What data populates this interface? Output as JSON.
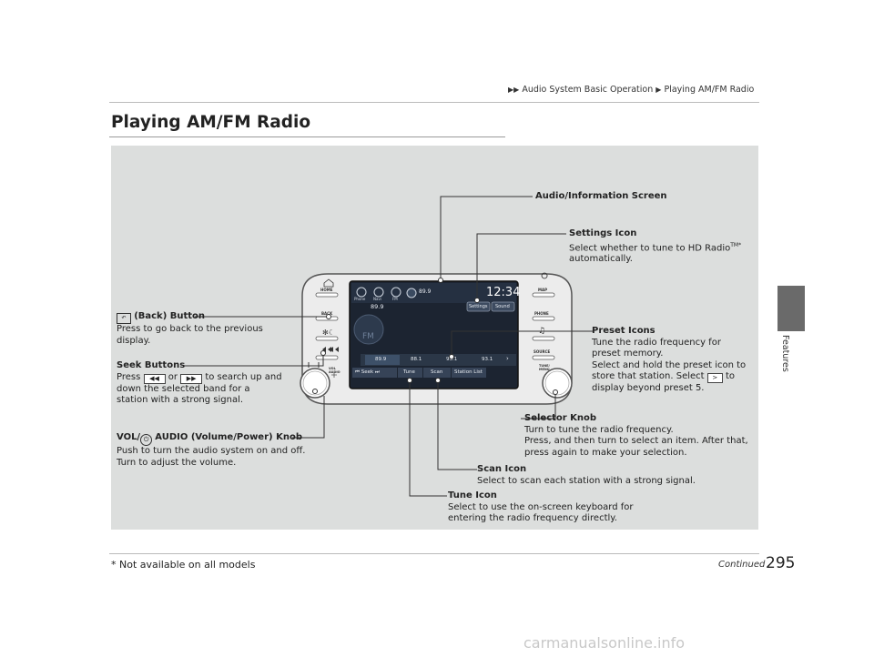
{
  "breadcrumb": {
    "item1": "Audio System Basic Operation",
    "item2": "Playing AM/FM Radio"
  },
  "section_tab": "Features",
  "page_title": "Playing AM/FM Radio",
  "callouts": {
    "audio_screen": "Audio/Information Screen",
    "settings_title": "Settings Icon",
    "settings_l1": "Select whether to tune to HD Radio",
    "settings_sup": "TM*",
    "settings_l2": "automatically.",
    "back_title": "(Back) Button",
    "back_l1": "Press to go back to the previous",
    "back_l2": "display.",
    "seek_title": "Seek Buttons",
    "seek_pre": "Press",
    "seek_or": "or",
    "seek_post": "to search up and",
    "seek_l2": "down the selected band for a",
    "seek_l3": "station with a strong signal.",
    "preset_title": "Preset Icons",
    "preset_l1": "Tune the radio frequency for",
    "preset_l2": "preset memory.",
    "preset_l3": "Select and hold the preset icon to",
    "preset_l4a": "store that station. Select",
    "preset_key": ">",
    "preset_l4b": "to",
    "preset_l5": "display beyond preset 5.",
    "vol_pre": "VOL/",
    "vol_post": "AUDIO (Volume/Power) Knob",
    "vol_l1": "Push to turn the audio system on and off.",
    "vol_l2": "Turn to adjust the volume.",
    "selector_title": "Selector Knob",
    "selector_l1": "Turn to tune the radio frequency.",
    "selector_l2": "Press, and then turn to select an item. After that,",
    "selector_l3": "press again to make your selection.",
    "scan_title": "Scan Icon",
    "scan_l1": "Select to scan each station with a strong signal.",
    "tune_title": "Tune Icon",
    "tune_l1": "Select to use the on-screen keyboard for",
    "tune_l2": "entering the radio frequency directly."
  },
  "screen": {
    "clock": "12:34",
    "freq_top": "89.9",
    "freq_main": "89.9",
    "band": "FM",
    "settings_btn": "Settings",
    "sound_btn": "Sound",
    "presets": [
      "89.9",
      "88.1",
      "93.1",
      "93.1"
    ],
    "seek": "Seek",
    "tune": "Tune",
    "scan": "Scan",
    "station_list": "Station List",
    "top_icons": [
      "Phone",
      "Navi",
      "FM"
    ],
    "left_buttons": [
      "HOME",
      "BACK"
    ],
    "right_buttons": [
      "MAP",
      "PHONE",
      "SOURCE",
      "TUNE/ MENU"
    ],
    "vol_label": "VOL AUDIO"
  },
  "footer": {
    "continued": "Continued",
    "page_number": "295",
    "note": "* Not available on all models"
  },
  "watermark": "carmanualsonline.info"
}
